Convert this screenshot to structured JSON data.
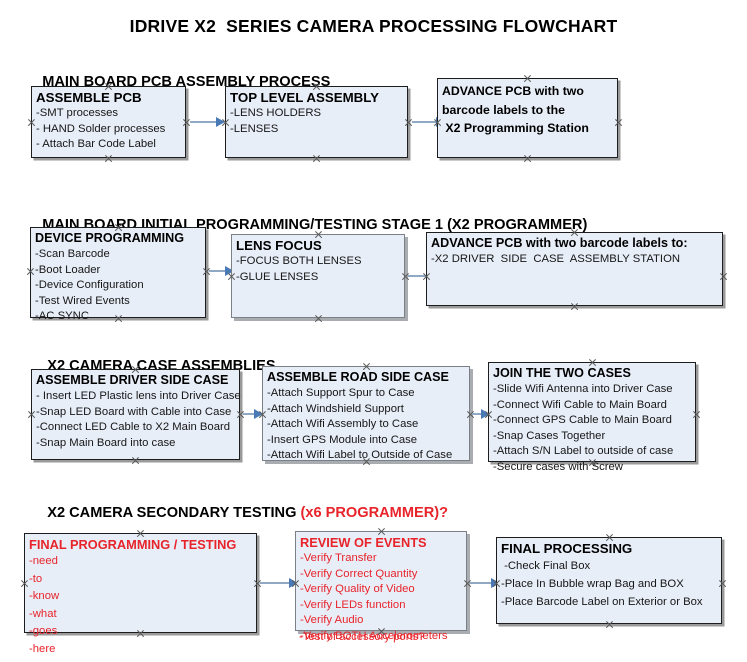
{
  "document": {
    "title": "IDRIVE X2  SERIES CAMERA PROCESSING FLOWCHART"
  },
  "colors": {
    "node_fill": "#e8eef8",
    "node_border": "#1d1d1d",
    "accent_red": "#e8232a",
    "arrow_shaft": "#8fa8c4",
    "arrow_head": "#4a7ab5",
    "text": "#000000"
  },
  "sections": [
    {
      "id": "main-board-pcb-assembly-process",
      "heading": "MAIN BOARD PCB ASSEMBLY PROCESS",
      "heading_red": "",
      "nodes": [
        {
          "id": "assemble-pcb",
          "title": "ASSEMBLE PCB",
          "lines": [
            "-SMT processes",
            "- HAND Solder processes",
            "- Attach Bar Code Label"
          ]
        },
        {
          "id": "top-level-assembly",
          "title": "TOP LEVEL ASSEMBLY",
          "lines": [
            "-LENS HOLDERS",
            "-LENSES"
          ]
        },
        {
          "id": "advance-pcb-to-x2-programming-station",
          "title": "ADVANCE PCB with two",
          "lines": [
            "barcode labels to the",
            " X2 Programming Station"
          ]
        }
      ]
    },
    {
      "id": "main-board-initial-programming-testing-stage-1",
      "heading": "MAIN BOARD INITIAL PROGRAMMING/TESTING STAGE 1 (X2 PROGRAMMER)",
      "heading_red": "",
      "nodes": [
        {
          "id": "device-programming",
          "title": "DEVICE PROGRAMMING",
          "lines": [
            "-Scan Barcode",
            "-Boot Loader",
            "-Device Configuration",
            "-Test Wired Events",
            "-AC SYNC"
          ]
        },
        {
          "id": "lens-focus",
          "title": "LENS FOCUS",
          "lines": [
            "-FOCUS BOTH LENSES",
            "-GLUE LENSES"
          ]
        },
        {
          "id": "advance-pcb-to-driver-side-case-assembly",
          "title": "ADVANCE PCB with two barcode labels to:",
          "lines": [
            "-X2 DRIVER  SIDE  CASE  ASSEMBLY STATION"
          ]
        }
      ]
    },
    {
      "id": "x2-camera-case-assemblies",
      "heading": "X2 CAMERA CASE ASSEMBLIES",
      "heading_red": "",
      "nodes": [
        {
          "id": "assemble-driver-side-case",
          "title": "ASSEMBLE DRIVER SIDE CASE",
          "lines": [
            "- Insert LED Plastic lens into Driver Case",
            "-Snap LED Board with Cable into Case",
            "-Connect LED Cable to X2 Main Board",
            "-Snap Main Board into case"
          ]
        },
        {
          "id": "assemble-road-side-case",
          "title": "ASSEMBLE ROAD SIDE CASE",
          "lines": [
            "-Attach Support Spur to Case",
            "-Attach Windshield Support",
            "-Attach Wifi Assembly to Case",
            "-Insert GPS Module into Case",
            "-Attach Wifi Label to Outside of Case"
          ]
        },
        {
          "id": "join-the-two-cases",
          "title": "JOIN THE TWO CASES",
          "lines": [
            "-Slide Wifi Antenna into Driver Case",
            "-Connect Wifi Cable to Main Board",
            "-Connect GPS Cable to Main Board",
            "-Snap Cases Together",
            "-Attach S/N Label to outside of case",
            "-Secure cases with Screw"
          ]
        }
      ]
    },
    {
      "id": "x2-camera-secondary-testing",
      "heading": "X2 CAMERA SECONDARY TESTING ",
      "heading_red": "(x6 PROGRAMMER)?",
      "nodes": [
        {
          "id": "final-programming-testing",
          "title": "FINAL PROGRAMMING / TESTING",
          "lines": [
            "-need",
            "-to",
            "-know",
            "-what",
            "-goes",
            "-here"
          ]
        },
        {
          "id": "review-of-events",
          "title": "REVIEW OF EVENTS",
          "lines": [
            "-Verify Transfer",
            "-Verify Correct Quantity",
            "-Verify Quality of Video",
            "-Verify LEDs function",
            "-Verify Audio",
            "-Verify BOTH Accelerometers"
          ],
          "overflow_line": "-Test of accessory ports?"
        },
        {
          "id": "final-processing",
          "title": "FINAL PROCESSING",
          "lines": [
            " -Check Final Box",
            "-Place In Bubble wrap Bag and BOX",
            "-Place Barcode Label on Exterior or Box"
          ]
        }
      ]
    }
  ]
}
